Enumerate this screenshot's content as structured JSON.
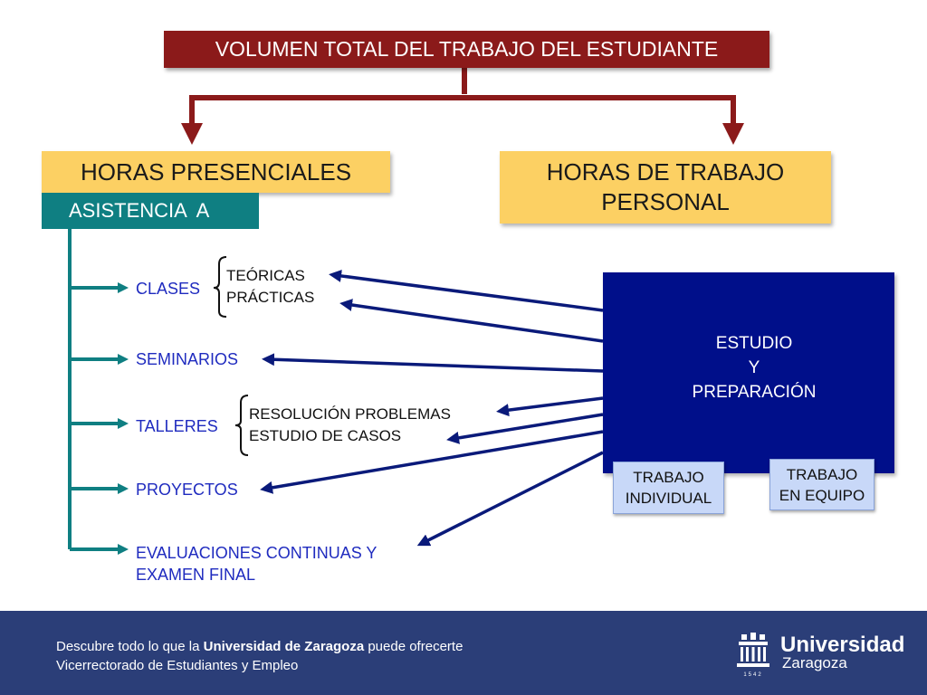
{
  "title": "VOLUMEN TOTAL DEL TRABAJO DEL ESTUDIANTE",
  "left_box": "HORAS PRESENCIALES",
  "right_box_lines": [
    "HORAS DE TRABAJO",
    "PERSONAL"
  ],
  "asistencia": "ASISTENCIA  A",
  "items": {
    "clases": "CLASES",
    "seminarios": "SEMINARIOS",
    "talleres": "TALLERES",
    "proyectos": "PROYECTOS",
    "evaluaciones_lines": [
      "EVALUACIONES CONTINUAS Y",
      "EXAMEN FINAL"
    ]
  },
  "clases_sub": [
    "TEÓRICAS",
    "PRÁCTICAS"
  ],
  "talleres_sub": [
    "RESOLUCIÓN PROBLEMAS",
    "ESTUDIO DE CASOS"
  ],
  "study_box_lines": [
    "ESTUDIO",
    "Y",
    "PREPARACIÓN"
  ],
  "trabajo_individual_lines": [
    "TRABAJO",
    "INDIVIDUAL"
  ],
  "trabajo_equipo_lines": [
    "TRABAJO",
    "EN EQUIPO"
  ],
  "footer": {
    "line1_pre": "Descubre todo lo que la ",
    "line1_bold": "Universidad de Zaragoza",
    "line1_post": " puede ofrecerte",
    "line2": "Vicerrectorado de Estudiantes y Empleo",
    "logo_name": "Universidad",
    "logo_sub": "Zaragoza",
    "logo_year": "1542"
  },
  "colors": {
    "title_red": "#8b1a1a",
    "yellow": "#fcd063",
    "teal": "#0f7f82",
    "navy": "#000f8a",
    "label_blue": "#1f2bbf",
    "footer": "#2b3e78"
  }
}
